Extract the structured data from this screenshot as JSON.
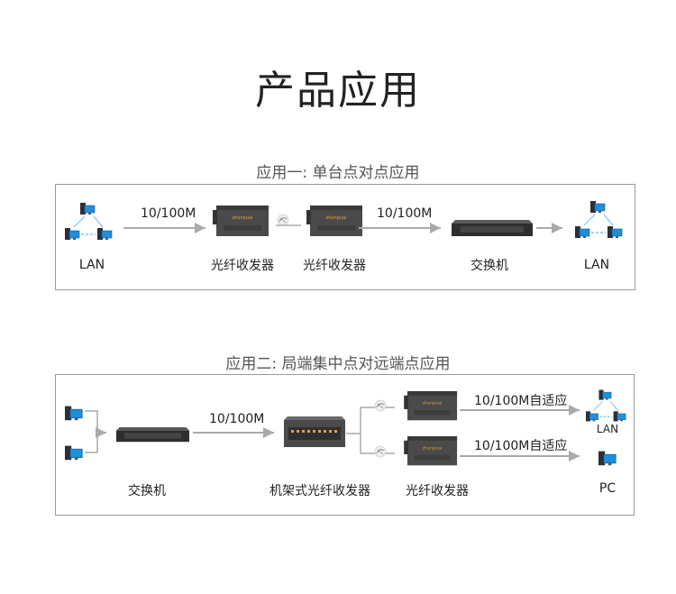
{
  "page": {
    "title": "产品应用"
  },
  "app1": {
    "heading": "应用一: 单台点对点应用",
    "left_lan": "LAN",
    "speed": "10/100M",
    "converter_a": "光纤收发器",
    "converter_b": "光纤收发器",
    "speed2": "10/100M",
    "switch": "交换机",
    "right_lan": "LAN"
  },
  "app2": {
    "heading": "应用二: 局端集中点对远端点应用",
    "switch": "交换机",
    "speed": "10/100M",
    "rack": "机架式光纤收发器",
    "converter": "光纤收发器",
    "auto_top": "10/100M自适应",
    "auto_bottom": "10/100M自适应",
    "lan": "LAN",
    "pc": "PC"
  },
  "device_brand": "zhenpuai",
  "colors": {
    "arrow": "#aaaaaa",
    "panel_border": "#9a9a9a",
    "monitor": "#1e8fd8",
    "tower": "#2a2f3a",
    "device_body": "#4a4a4a",
    "device_label": "#d9a441"
  }
}
